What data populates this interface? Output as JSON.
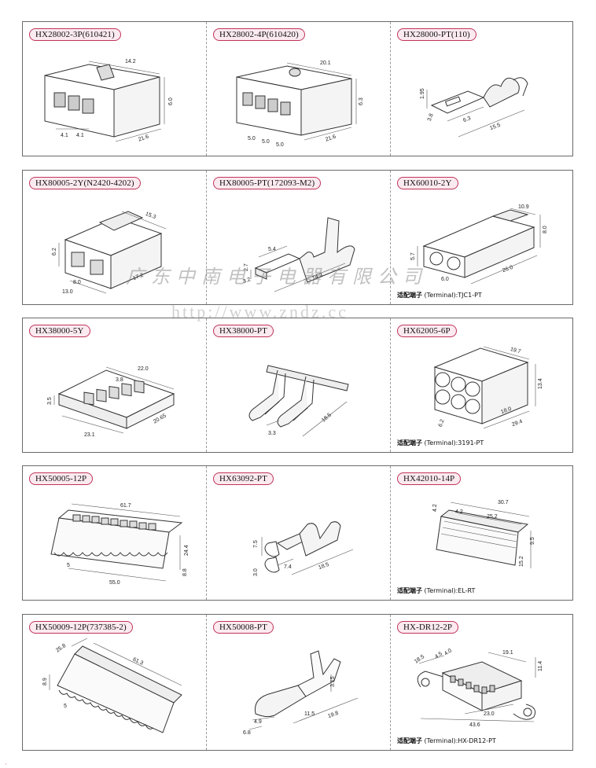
{
  "watermark": {
    "company": "广东中南电子电器有限公司",
    "url": "http://www.zndz.cc"
  },
  "products": [
    {
      "label": "HX28002-3P(610421)",
      "terminal": null,
      "dims": [
        "14.2",
        "6.0",
        "21.6",
        "4.1",
        "4.1"
      ]
    },
    {
      "label": "HX28002-4P(610420)",
      "terminal": null,
      "dims": [
        "20.1",
        "6.3",
        "21.6",
        "5.0",
        "5.0",
        "5.0"
      ]
    },
    {
      "label": "HX28000-PT(110)",
      "terminal": null,
      "dims": [
        "1.95",
        "3.8",
        "6.3",
        "15.5"
      ]
    },
    {
      "label": "HX80005-2Y(N2420-4202)",
      "terminal": null,
      "dims": [
        "15.3",
        "6.2",
        "8.0",
        "13.0",
        "17.2"
      ]
    },
    {
      "label": "HX80005-PT(172093-M2)",
      "terminal": null,
      "dims": [
        "5.4",
        "2.7",
        "3.2",
        "14.3"
      ]
    },
    {
      "label": "HX60010-2Y",
      "terminal_prefix": "适配端子",
      "terminal": "(Terminal):TJC1-PT",
      "dims": [
        "10.9",
        "8.0",
        "5.7",
        "6.0",
        "26.0"
      ]
    },
    {
      "label": "HX38000-5Y",
      "terminal": null,
      "dims": [
        "22.0",
        "3.8",
        "3.5",
        "23.1",
        "20.65"
      ]
    },
    {
      "label": "HX38000-PT",
      "terminal": null,
      "dims": [
        "18.5",
        "3.3"
      ]
    },
    {
      "label": "HX62005-6P",
      "terminal_prefix": "适配端子",
      "terminal": "(Terminal):3191-PT",
      "dims": [
        "19.7",
        "13.4",
        "18.0",
        "29.4",
        "6.2"
      ]
    },
    {
      "label": "HX50005-12P",
      "terminal": null,
      "dims": [
        "61.7",
        "24.4",
        "5",
        "55.0",
        "8.8"
      ]
    },
    {
      "label": "HX63092-PT",
      "terminal": null,
      "dims": [
        "7.5",
        "7.4",
        "18.5",
        "3.0"
      ]
    },
    {
      "label": "HX42010-14P",
      "terminal_prefix": "适配端子",
      "terminal": "(Terminal):EL-RT",
      "dims": [
        "30.7",
        "4.2",
        "4.2",
        "25.2",
        "9.5",
        "15.2"
      ]
    },
    {
      "label": "HX50009-12P(737385-2)",
      "terminal": null,
      "dims": [
        "61.3",
        "25.8",
        "8.9",
        "5"
      ]
    },
    {
      "label": "HX50008-PT",
      "terminal": null,
      "dims": [
        "3.15",
        "4.9",
        "11.5",
        "19.8",
        "6.8"
      ]
    },
    {
      "label": "HX-DR12-2P",
      "terminal_prefix": "适配端子",
      "terminal": "(Terminal):HX-DR12-PT",
      "dims": [
        "19.1",
        "18.5",
        "4.5",
        "4.0",
        "11.4",
        "23.0",
        "43.6"
      ]
    }
  ]
}
